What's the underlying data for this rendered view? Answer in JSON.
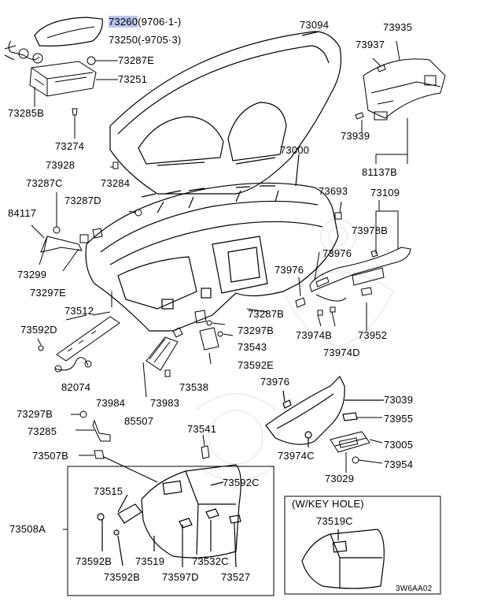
{
  "diagram": {
    "parts": [
      {
        "id": "p01",
        "number": "73260",
        "note": "(9706·1-)"
      },
      {
        "id": "p02",
        "number": "73250",
        "note": "(-9705·3)"
      },
      {
        "id": "p03",
        "number": "73094",
        "note": ""
      },
      {
        "id": "p04",
        "number": "73935",
        "note": ""
      },
      {
        "id": "p05",
        "number": "73937",
        "note": ""
      },
      {
        "id": "p06",
        "number": "73287E",
        "note": ""
      },
      {
        "id": "p07",
        "number": "73251",
        "note": ""
      },
      {
        "id": "p08",
        "number": "73285B",
        "note": ""
      },
      {
        "id": "p09",
        "number": "73274",
        "note": ""
      },
      {
        "id": "p10",
        "number": "73939",
        "note": ""
      },
      {
        "id": "p11",
        "number": "73928",
        "note": ""
      },
      {
        "id": "p12",
        "number": "73000",
        "note": ""
      },
      {
        "id": "p13",
        "number": "81137B",
        "note": ""
      },
      {
        "id": "p14",
        "number": "73287C",
        "note": ""
      },
      {
        "id": "p15",
        "number": "73284",
        "note": ""
      },
      {
        "id": "p16",
        "number": "73693",
        "note": ""
      },
      {
        "id": "p17",
        "number": "73109",
        "note": ""
      },
      {
        "id": "p18",
        "number": "84117",
        "note": ""
      },
      {
        "id": "p19",
        "number": "73287D",
        "note": ""
      },
      {
        "id": "p20",
        "number": "73978B",
        "note": ""
      },
      {
        "id": "p21",
        "number": "73976",
        "note": ""
      },
      {
        "id": "p22",
        "number": "73299",
        "note": ""
      },
      {
        "id": "p23",
        "number": "73976",
        "note": ""
      },
      {
        "id": "p24",
        "number": "73297E",
        "note": ""
      },
      {
        "id": "p25",
        "number": "73512",
        "note": ""
      },
      {
        "id": "p26",
        "number": "73287B",
        "note": ""
      },
      {
        "id": "p27",
        "number": "73592D",
        "note": ""
      },
      {
        "id": "p28",
        "number": "73297B",
        "note": ""
      },
      {
        "id": "p29",
        "number": "73974B",
        "note": ""
      },
      {
        "id": "p30",
        "number": "73952",
        "note": ""
      },
      {
        "id": "p31",
        "number": "73543",
        "note": ""
      },
      {
        "id": "p32",
        "number": "73974D",
        "note": ""
      },
      {
        "id": "p33",
        "number": "73592E",
        "note": ""
      },
      {
        "id": "p34",
        "number": "82074",
        "note": ""
      },
      {
        "id": "p35",
        "number": "73538",
        "note": ""
      },
      {
        "id": "p36",
        "number": "73976",
        "note": ""
      },
      {
        "id": "p37",
        "number": "73984",
        "note": ""
      },
      {
        "id": "p38",
        "number": "73983",
        "note": ""
      },
      {
        "id": "p39",
        "number": "73039",
        "note": ""
      },
      {
        "id": "p40",
        "number": "73297B",
        "note": ""
      },
      {
        "id": "p41",
        "number": "85507",
        "note": ""
      },
      {
        "id": "p42",
        "number": "73955",
        "note": ""
      },
      {
        "id": "p43",
        "number": "73285",
        "note": ""
      },
      {
        "id": "p44",
        "number": "73541",
        "note": ""
      },
      {
        "id": "p45",
        "number": "73005",
        "note": ""
      },
      {
        "id": "p46",
        "number": "73974C",
        "note": ""
      },
      {
        "id": "p47",
        "number": "73507B",
        "note": ""
      },
      {
        "id": "p48",
        "number": "73954",
        "note": ""
      },
      {
        "id": "p49",
        "number": "73029",
        "note": ""
      },
      {
        "id": "p50",
        "number": "73592C",
        "note": ""
      },
      {
        "id": "p51",
        "number": "73515",
        "note": ""
      },
      {
        "id": "p52",
        "number": "73508A",
        "note": ""
      },
      {
        "id": "p53",
        "number": "73592B",
        "note": ""
      },
      {
        "id": "p54",
        "number": "73519",
        "note": ""
      },
      {
        "id": "p55",
        "number": "73532C",
        "note": ""
      },
      {
        "id": "p56",
        "number": "73592B",
        "note": ""
      },
      {
        "id": "p57",
        "number": "73597D",
        "note": ""
      },
      {
        "id": "p58",
        "number": "73527",
        "note": ""
      },
      {
        "id": "p59",
        "number": "73519C",
        "note": ""
      }
    ],
    "inset_title": "(W/KEY HOLE)",
    "figure_code": "3W6AA02",
    "highlight_color": "#b9c6ee"
  }
}
